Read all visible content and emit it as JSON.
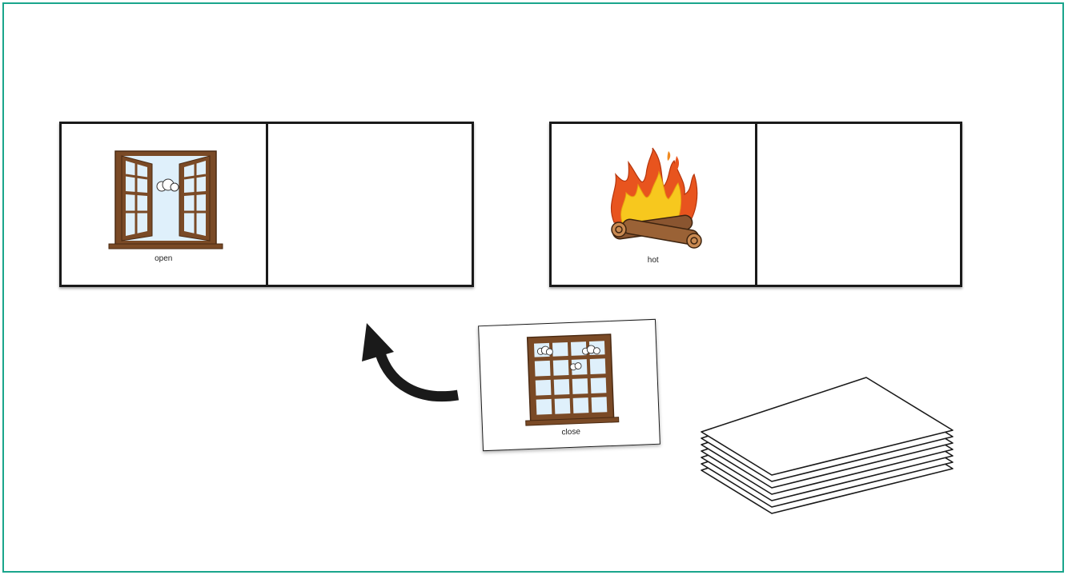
{
  "board_left": {
    "picture_label": "open"
  },
  "board_right": {
    "picture_label": "hot"
  },
  "loose_card": {
    "picture_label": "close"
  },
  "colors": {
    "frame": "#1aa58c",
    "card_border": "#1a1a1a",
    "window_wood": "#7a4a26",
    "glass": "#dff0fb",
    "flame_outer": "#e8541e",
    "flame_inner": "#f7c81e",
    "log": "#8a5530"
  }
}
